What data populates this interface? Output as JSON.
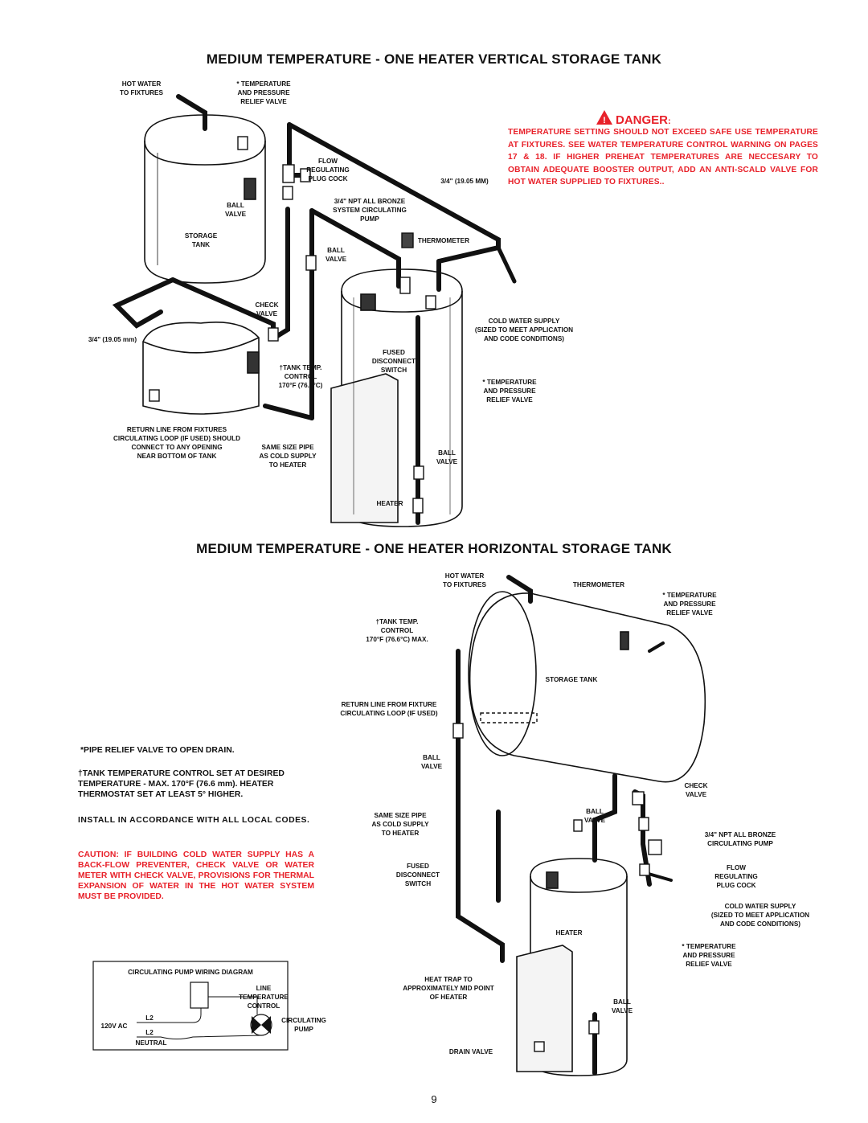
{
  "page": {
    "title_top": "MEDIUM TEMPERATURE - ONE HEATER VERTICAL STORAGE TANK",
    "title_bottom": "MEDIUM TEMPERATURE - ONE HEATER HORIZONTAL STORAGE TANK",
    "page_number": "9"
  },
  "danger": {
    "heading": "DANGER",
    "heading_suffix": ":",
    "text": "TEMPERATURE SETTING SHOULD NOT EXCEED SAFE USE TEMPERATURE AT FIXTURES. SEE WATER TEMPERATURE CONTROL WARNING ON PAGES 17 & 18. IF HIGHER PREHEAT TEMPERATURES ARE NECCESARY TO OBTAIN ADEQUATE BOOSTER OUTPUT, ADD AN ANTI-SCALD VALVE FOR HOT WATER SUPPLIED TO FIXTURES..",
    "color": "#e8212a"
  },
  "top_labels": {
    "hot_water": [
      "HOT WATER",
      "TO FIXTURES"
    ],
    "tp_relief": [
      "* TEMPERATURE",
      "AND PRESSURE",
      "RELIEF VALVE"
    ],
    "flow": [
      "FLOW",
      "REGULATING",
      "PLUG COCK"
    ],
    "pipe_size_right": "3/4\" (19.05 MM)",
    "ball_valve_1": [
      "BALL",
      "VALVE"
    ],
    "npt": [
      "3/4\" NPT ALL BRONZE",
      "SYSTEM CIRCULATING",
      "PUMP"
    ],
    "storage": [
      "STORAGE",
      "TANK"
    ],
    "thermometer": "THERMOMETER",
    "ball_valve_2": [
      "BALL",
      "VALVE"
    ],
    "check": [
      "CHECK",
      "VALVE"
    ],
    "pipe_size_left": "3/4\" (19.05 mm)",
    "cold": [
      "COLD WATER SUPPLY",
      "(SIZED TO MEET APPLICATION",
      "AND CODE CONDITIONS)"
    ],
    "fused": [
      "FUSED",
      "DISCONNECT",
      "SWITCH"
    ],
    "tank_temp": [
      "†TANK TEMP.",
      "CONTROL",
      "170°F (76.6°C)"
    ],
    "tp_relief_2": [
      "* TEMPERATURE",
      "AND PRESSURE",
      "RELIEF VALVE"
    ],
    "return": [
      "RETURN LINE FROM FIXTURES",
      "CIRCULATING LOOP (IF USED) SHOULD",
      "CONNECT TO ANY OPENING",
      "NEAR BOTTOM OF TANK"
    ],
    "same_size": [
      "SAME SIZE PIPE",
      "AS COLD SUPPLY",
      "TO HEATER"
    ],
    "ball_valve_3": [
      "BALL",
      "VALVE"
    ],
    "heater": "HEATER"
  },
  "bottom_labels": {
    "hot_water": [
      "HOT WATER",
      "TO FIXTURES"
    ],
    "thermometer": "THERMOMETER",
    "tp_relief": [
      "* TEMPERATURE",
      "AND PRESSURE",
      "RELIEF VALVE"
    ],
    "tank_temp": [
      "†TANK TEMP.",
      "CONTROL",
      "170°F (76.6°C) MAX."
    ],
    "storage": "STORAGE TANK",
    "return": [
      "RETURN LINE FROM FIXTURE",
      "CIRCULATING LOOP (IF USED)"
    ],
    "ball_valve_1": [
      "BALL",
      "VALVE"
    ],
    "check": [
      "CHECK",
      "VALVE"
    ],
    "same_size": [
      "SAME SIZE PIPE",
      "AS COLD SUPPLY",
      "TO HEATER"
    ],
    "ball_valve_2": [
      "BALL",
      "VALVE"
    ],
    "npt": [
      "3/4\" NPT ALL BRONZE",
      "CIRCULATING PUMP"
    ],
    "fused": [
      "FUSED",
      "DISCONNECT",
      "SWITCH"
    ],
    "flow": [
      "FLOW",
      "REGULATING",
      "PLUG COCK"
    ],
    "cold": [
      "COLD WATER SUPPLY",
      "(SIZED TO MEET APPLICATION",
      "AND CODE CONDITIONS)"
    ],
    "heater": "HEATER",
    "tp_relief_2": [
      "* TEMPERATURE",
      "AND PRESSURE",
      "RELIEF VALVE"
    ],
    "heat_trap": [
      "HEAT TRAP TO",
      "APPROXIMATELY MID POINT",
      "OF HEATER"
    ],
    "ball_valve_3": [
      "BALL",
      "VALVE"
    ],
    "drain": "DRAIN VALVE"
  },
  "notes": {
    "pipe_relief": "*PIPE RELIEF VALVE TO OPEN DRAIN.",
    "tank_temp": "†TANK TEMPERATURE CONTROL SET AT DESIRED TEMPERATURE - MAX. 170°F (76.6 mm). HEATER THERMOSTAT SET AT LEAST 5° HIGHER.",
    "install": "INSTALL IN ACCORDANCE WITH ALL LOCAL CODES.",
    "caution": "CAUTION: IF BUILDING COLD WATER SUPPLY HAS A BACK-FLOW PREVENTER, CHECK VALVE OR WATER METER WITH CHECK VALVE, PROVISIONS FOR THERMAL EXPANSION OF WATER IN THE HOT WATER SYSTEM MUST BE PROVIDED."
  },
  "wiring": {
    "title": "CIRCULATING PUMP WIRING DIAGRAM",
    "control": [
      "LINE",
      "TEMPERATURE",
      "CONTROL"
    ],
    "ac": "120V AC",
    "l2a": "L2",
    "l2b": "L2",
    "neutral": "NEUTRAL",
    "pump": [
      "CIRCULATING",
      "PUMP"
    ]
  }
}
